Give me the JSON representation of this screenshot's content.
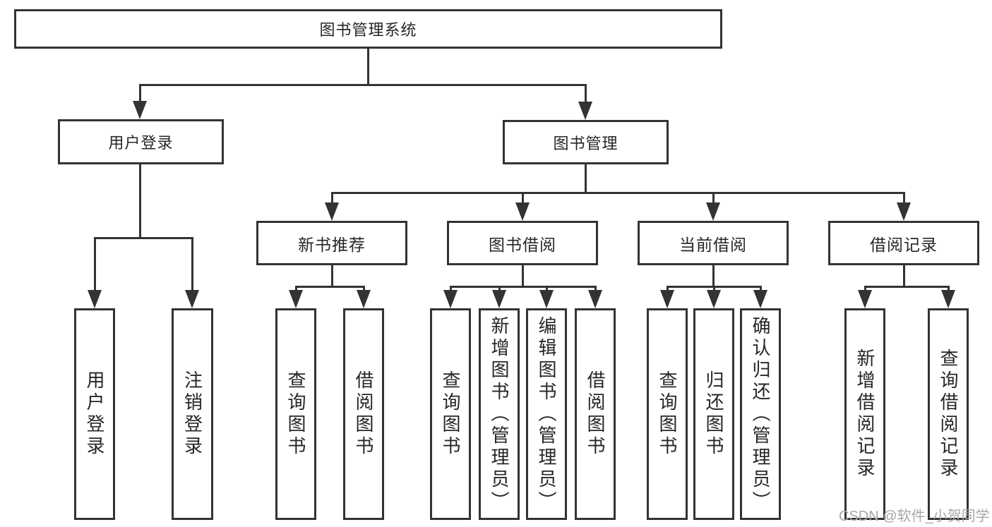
{
  "diagram": {
    "root": "图书管理系统",
    "level2": {
      "user_login": "用户登录",
      "book_mgmt": "图书管理"
    },
    "level3": {
      "new_book": "新书推荐",
      "book_borrow": "图书借阅",
      "current_borrow": "当前借阅",
      "borrow_record": "借阅记录"
    },
    "leaves": {
      "user_login": [
        "用户登录",
        "注销登录"
      ],
      "new_book": [
        "查询图书",
        "借阅图书"
      ],
      "book_borrow": [
        "查询图书",
        "新增图书（管理员）",
        "编辑图书（管理员）",
        "借阅图书"
      ],
      "current_borrow": [
        "查询图书",
        "归还图书",
        "确认归还（管理员）"
      ],
      "borrow_record": [
        "新增借阅记录",
        "查询借阅记录"
      ]
    },
    "watermark": "CSDN @软件_小贺同学",
    "colors": {
      "line": "#333333",
      "text": "#262626",
      "watermark": "#a7a7a7",
      "background": "#ffffff"
    }
  }
}
